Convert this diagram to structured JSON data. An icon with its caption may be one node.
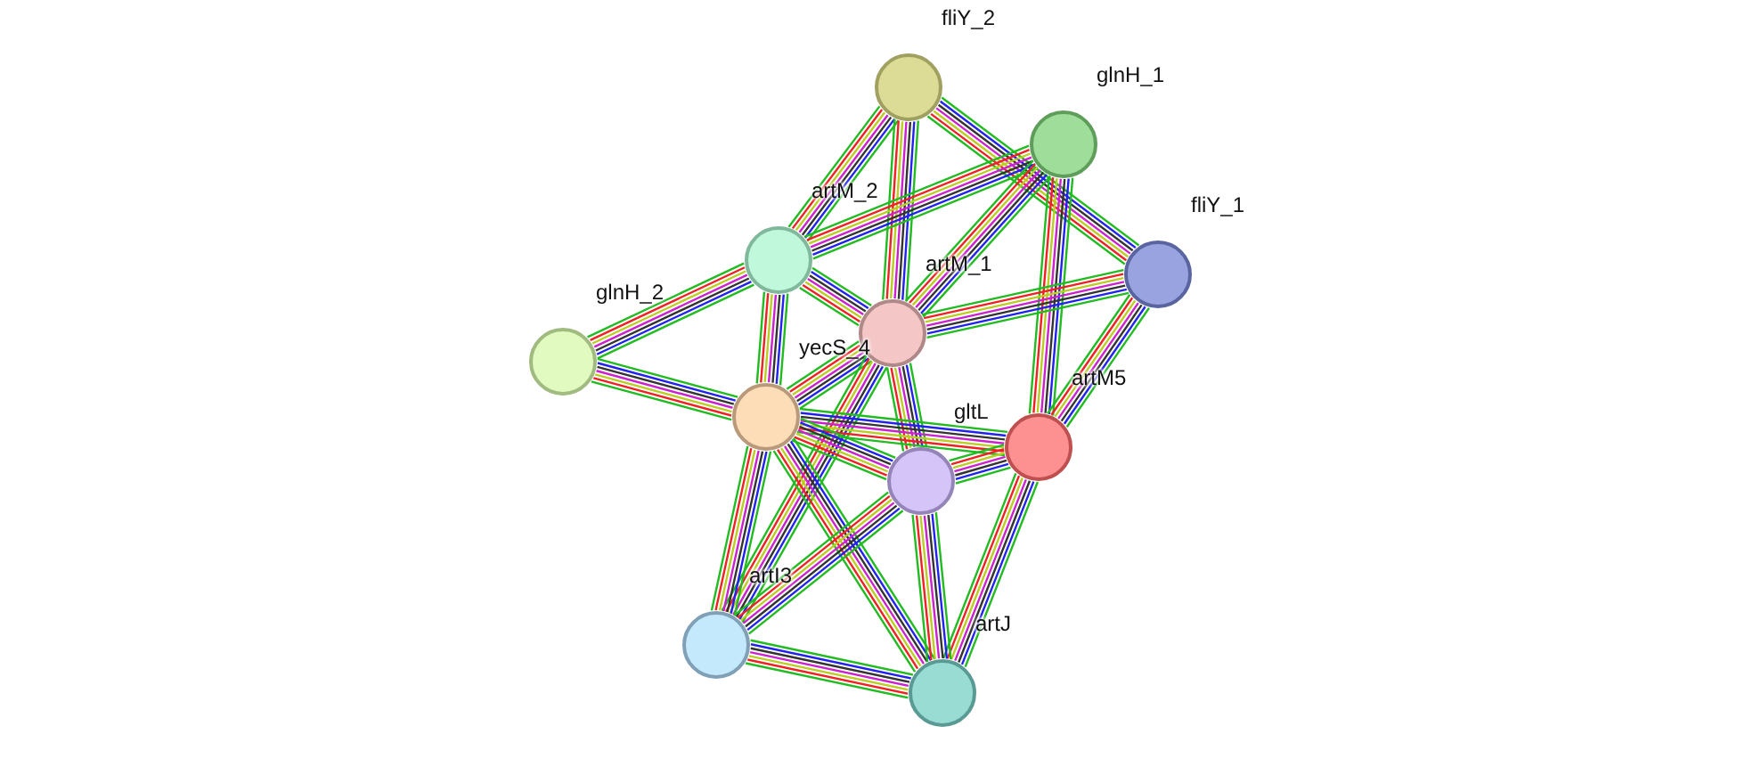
{
  "diagram": {
    "nodes": [
      {
        "text": [
          "fliY_2"
        ]
      },
      {
        "text": [
          "glnH_1"
        ]
      },
      {
        "text": [
          "fliY_1"
        ]
      },
      {
        "text": [
          "artM_2"
        ]
      },
      {
        "text": [
          "artM_1"
        ]
      },
      {
        "text": [
          "glnH_2"
        ]
      },
      {
        "text": [
          "yecS_4"
        ]
      },
      {
        "text": [
          "artM5"
        ]
      },
      {
        "text": [
          "gltL"
        ]
      },
      {
        "text": [
          "artI3"
        ]
      },
      {
        "text": [
          "artJ"
        ]
      }
    ],
    "edges": [
      {
        "from": 0,
        "to": 3,
        "arrow": "none"
      },
      {
        "from": 0,
        "to": 4,
        "arrow": "none"
      },
      {
        "from": 0,
        "to": 2,
        "arrow": "none"
      },
      {
        "from": 1,
        "to": 3,
        "arrow": "none"
      },
      {
        "from": 1,
        "to": 4,
        "arrow": "none"
      },
      {
        "from": 1,
        "to": 7,
        "arrow": "none"
      },
      {
        "from": 2,
        "to": 4,
        "arrow": "none"
      },
      {
        "from": 2,
        "to": 7,
        "arrow": "none"
      },
      {
        "from": 3,
        "to": 4,
        "arrow": "none"
      },
      {
        "from": 3,
        "to": 5,
        "arrow": "none"
      },
      {
        "from": 3,
        "to": 6,
        "arrow": "none"
      },
      {
        "from": 4,
        "to": 6,
        "arrow": "none"
      },
      {
        "from": 4,
        "to": 8,
        "arrow": "none"
      },
      {
        "from": 4,
        "to": 9,
        "arrow": "none"
      },
      {
        "from": 5,
        "to": 6,
        "arrow": "none"
      },
      {
        "from": 6,
        "to": 7,
        "arrow": "none"
      },
      {
        "from": 6,
        "to": 8,
        "arrow": "none"
      },
      {
        "from": 6,
        "to": 9,
        "arrow": "none"
      },
      {
        "from": 6,
        "to": 10,
        "arrow": "none"
      },
      {
        "from": 7,
        "to": 8,
        "arrow": "none"
      },
      {
        "from": 7,
        "to": 10,
        "arrow": "none"
      },
      {
        "from": 8,
        "to": 9,
        "arrow": "none"
      },
      {
        "from": 8,
        "to": 10,
        "arrow": "none"
      },
      {
        "from": 9,
        "to": 10,
        "arrow": "none"
      }
    ]
  }
}
